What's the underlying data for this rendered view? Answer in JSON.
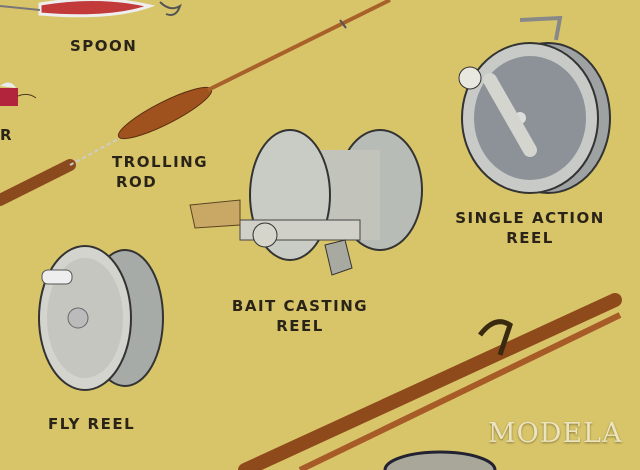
{
  "labels": {
    "spoon": "SPOON",
    "partial_left": "R",
    "trolling_rod_line1": "TROLLING",
    "trolling_rod_line2": "ROD",
    "single_action_line1": "SINGLE ACTION",
    "single_action_line2": "REEL",
    "bait_casting_line1": "BAIT CASTING",
    "bait_casting_line2": "REEL",
    "fly_reel": "FLY REEL"
  },
  "watermark": "MODELA",
  "colors": {
    "background": "#d8c56a",
    "rod": "#8a4a1e",
    "reel": "#b9bcb8",
    "ink": "#2a2418"
  }
}
